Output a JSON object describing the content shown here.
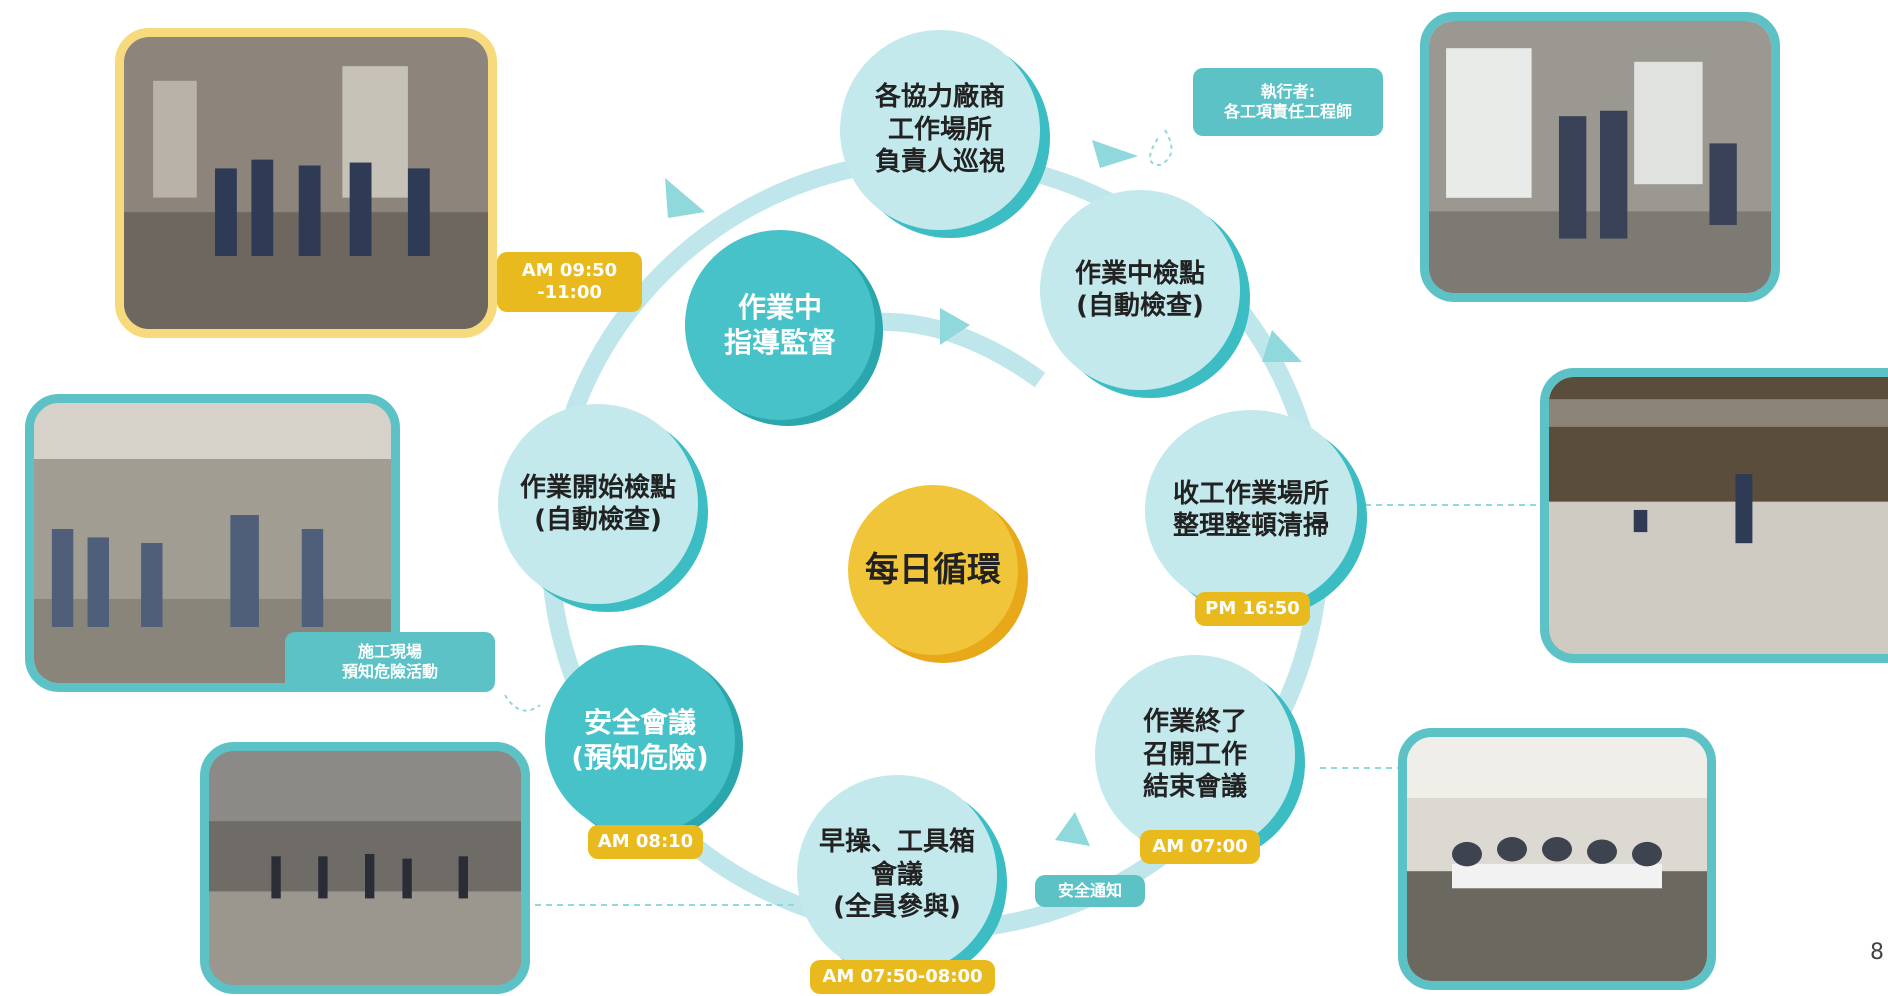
{
  "center": "每日循環",
  "nodes": {
    "patrol": "各協力廠商\n工作場所\n負責人巡視",
    "check_during": "作業中檢點\n(自動檢查)",
    "cleanup": "收工作業場所\n整理整頓清掃",
    "end_meeting": "作業終了\n召開工作\n結束會議",
    "morning_meeting": "早操、工具箱\n會議\n(全員參與)",
    "safety_meeting": "安全會議\n(預知危險)",
    "start_check": "作業開始檢點\n(自動檢查)",
    "supervision": "作業中\n指導監督"
  },
  "tags": {
    "executor": "執行者:\n各工項責任工程師",
    "am_0950": "AM 09:50\n-11:00",
    "pm_1650": "PM 16:50",
    "am_0700": "AM 07:00",
    "am_0750": "AM 07:50-08:00",
    "am_0810": "AM 08:10",
    "safety_notice": "安全通知",
    "hazard_activity": "施工現場\n預知危險活動"
  },
  "page_number": "8",
  "colors": {
    "teal": "#5cc2c5",
    "teal_dark": "#46c2c8",
    "light_teal": "#c4e9ec",
    "gold": "#e9ba1d",
    "ring": "#bfe6ea"
  }
}
